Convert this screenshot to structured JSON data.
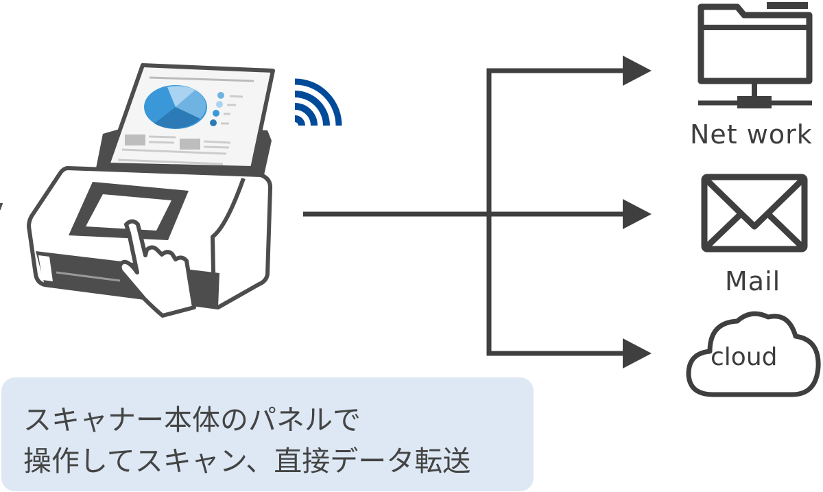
{
  "destinations": {
    "network": "Net work",
    "mail": "Mail",
    "cloud": "cloud"
  },
  "caption": {
    "line1": "スキャナー本体のパネルで",
    "line2": "操作してスキャン、直接データ転送"
  },
  "colors": {
    "line": "#3f3f3f",
    "wifi": "#004a9a",
    "caption_bg": "#dde8f4",
    "pie": [
      "#3a98d8",
      "#2c7bb6",
      "#6fb3e3",
      "#a9d3f1"
    ]
  }
}
